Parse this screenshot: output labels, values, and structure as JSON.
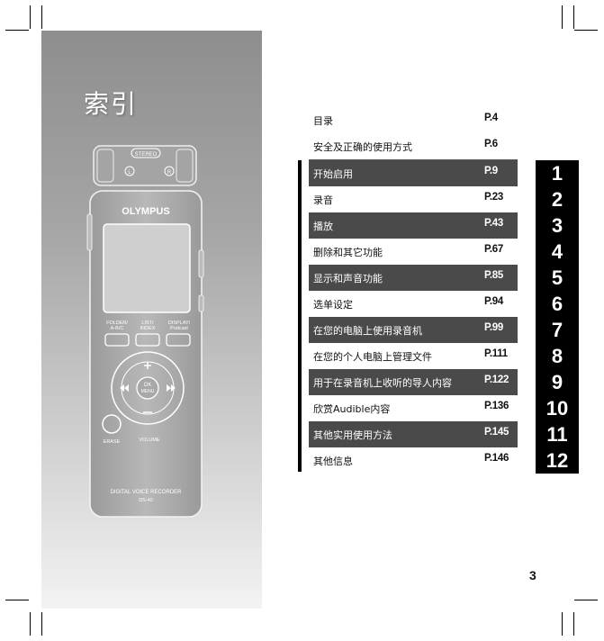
{
  "panel": {
    "title": "索引"
  },
  "device": {
    "badge": "STEREO",
    "mic_left": "L",
    "mic_right": "R",
    "brand": "OLYMPUS",
    "btn1": [
      "FOLDER/",
      "A-B/C"
    ],
    "btn2": [
      "LIST/",
      "INDEX"
    ],
    "btn3": [
      "DISPLAY/",
      "Podcast"
    ],
    "ok": "OK",
    "menu": "MENU",
    "erase": "ERASE",
    "volume": "VOLUME",
    "model_line1": "DIGITAL VOICE RECORDER",
    "model_line2": "DS-40"
  },
  "toc": [
    {
      "label": "目录",
      "page": "P.4"
    },
    {
      "label": "安全及正确的使用方式",
      "page": "P.6"
    },
    {
      "label": "开始启用",
      "page": "P.9",
      "num": "1"
    },
    {
      "label": "录音",
      "page": "P.23",
      "num": "2"
    },
    {
      "label": "播放",
      "page": "P.43",
      "num": "3"
    },
    {
      "label": "删除和其它功能",
      "page": "P.67",
      "num": "4"
    },
    {
      "label": "显示和声音功能",
      "page": "P.85",
      "num": "5"
    },
    {
      "label": "选单设定",
      "page": "P.94",
      "num": "6"
    },
    {
      "label": "在您的电脑上使用录音机",
      "page": "P.99",
      "num": "7"
    },
    {
      "label": "在您的个人电脑上管理文件",
      "page": "P.111",
      "num": "8"
    },
    {
      "label": "用于在录音机上收听的导人内容",
      "page": "P.122",
      "num": "9"
    },
    {
      "label": "欣赏Audible内容",
      "page": "P.136",
      "num": "10"
    },
    {
      "label": "其他实用使用方法",
      "page": "P.145",
      "num": "11"
    },
    {
      "label": "其他信息",
      "page": "P.146",
      "num": "12"
    }
  ],
  "page_number": "3"
}
